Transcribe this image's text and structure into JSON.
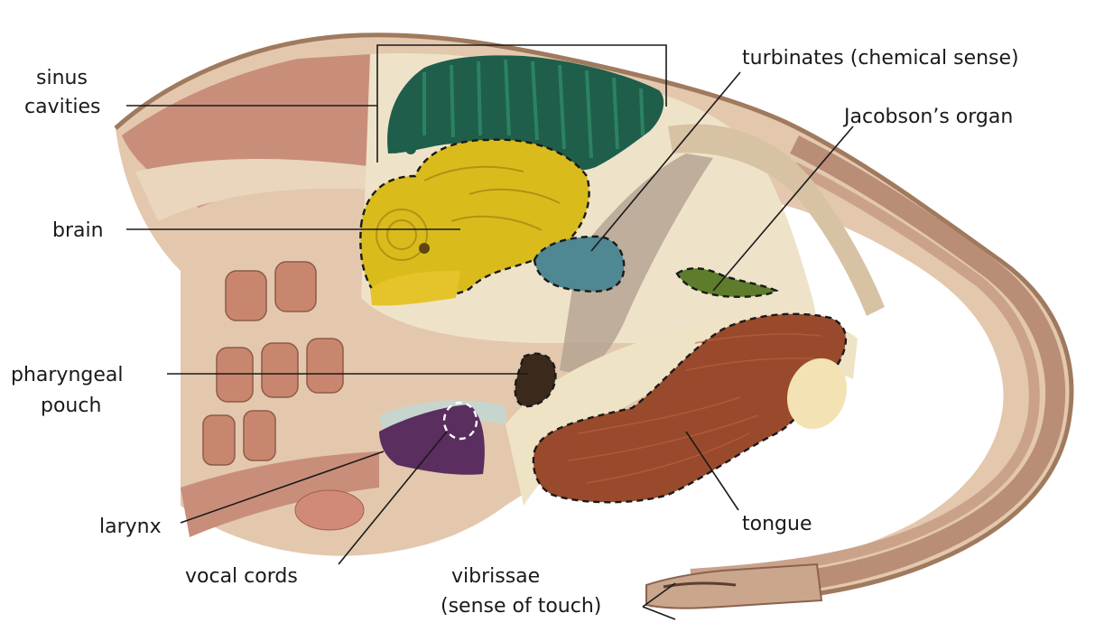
{
  "labels": {
    "sinus_line1": "sinus",
    "sinus_line2": "cavities",
    "turbinates": "turbinates (chemical sense)",
    "jacobsons_organ": "Jacobson’s organ",
    "brain": "brain",
    "pharyngeal_line1": "pharyngeal",
    "pharyngeal_line2": "pouch",
    "larynx": "larynx",
    "vocal_cords": "vocal cords",
    "vibrissae_line1": "vibrissae",
    "vibrissae_line2": "(sense of touch)",
    "tongue": "tongue"
  },
  "colors": {
    "sinus": "#1f5e4a",
    "brain": "#d9bc1c",
    "turbinates": "#4f8793",
    "jacobsons_organ": "#5e7d2c",
    "pharyngeal_pouch": "#3b2a1c",
    "larynx": "#5a2e5e",
    "tongue": "#9a4a2c",
    "flesh": "#d9b89c",
    "bone": "#efe6cf",
    "muscle": "#c98e7a"
  }
}
